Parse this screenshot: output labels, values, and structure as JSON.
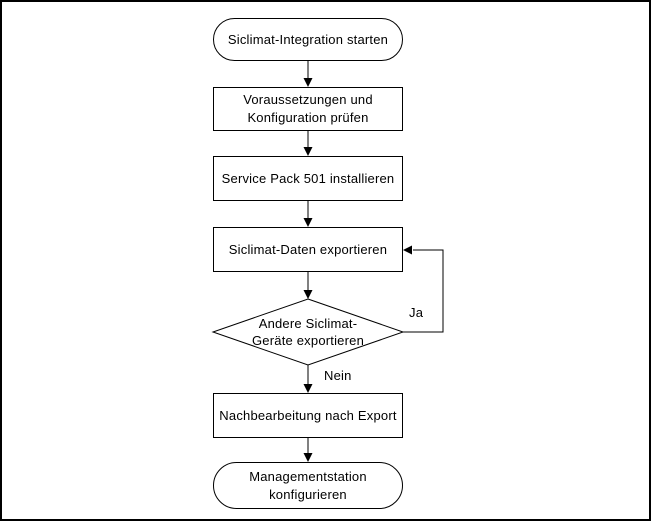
{
  "diagram": {
    "language": "de",
    "colors": {
      "background": "#ffffff",
      "line": "#000000",
      "node_fill": "#ffffff",
      "text": "#000000"
    },
    "nodes": [
      {
        "id": "start",
        "type": "terminator",
        "label": "Siclimat-Integration starten"
      },
      {
        "id": "check",
        "type": "process",
        "label": "Voraussetzungen und\nKonfiguration prüfen"
      },
      {
        "id": "sp501",
        "type": "process",
        "label": "Service Pack 501 installieren"
      },
      {
        "id": "export",
        "type": "process",
        "label": "Siclimat-Daten exportieren"
      },
      {
        "id": "decision",
        "type": "decision",
        "label": "Andere Siclimat-\nGeräte exportieren"
      },
      {
        "id": "post",
        "type": "process",
        "label": "Nachbearbeitung nach Export"
      },
      {
        "id": "end",
        "type": "terminator",
        "label": "Managementstation\nkonfigurieren"
      }
    ],
    "edges": [
      {
        "from": "start",
        "to": "check"
      },
      {
        "from": "check",
        "to": "sp501"
      },
      {
        "from": "sp501",
        "to": "export"
      },
      {
        "from": "export",
        "to": "decision"
      },
      {
        "from": "decision",
        "to": "export",
        "label": "Ja"
      },
      {
        "from": "decision",
        "to": "post",
        "label": "Nein"
      },
      {
        "from": "post",
        "to": "end"
      }
    ],
    "edge_labels": {
      "ja": "Ja",
      "nein": "Nein"
    }
  }
}
